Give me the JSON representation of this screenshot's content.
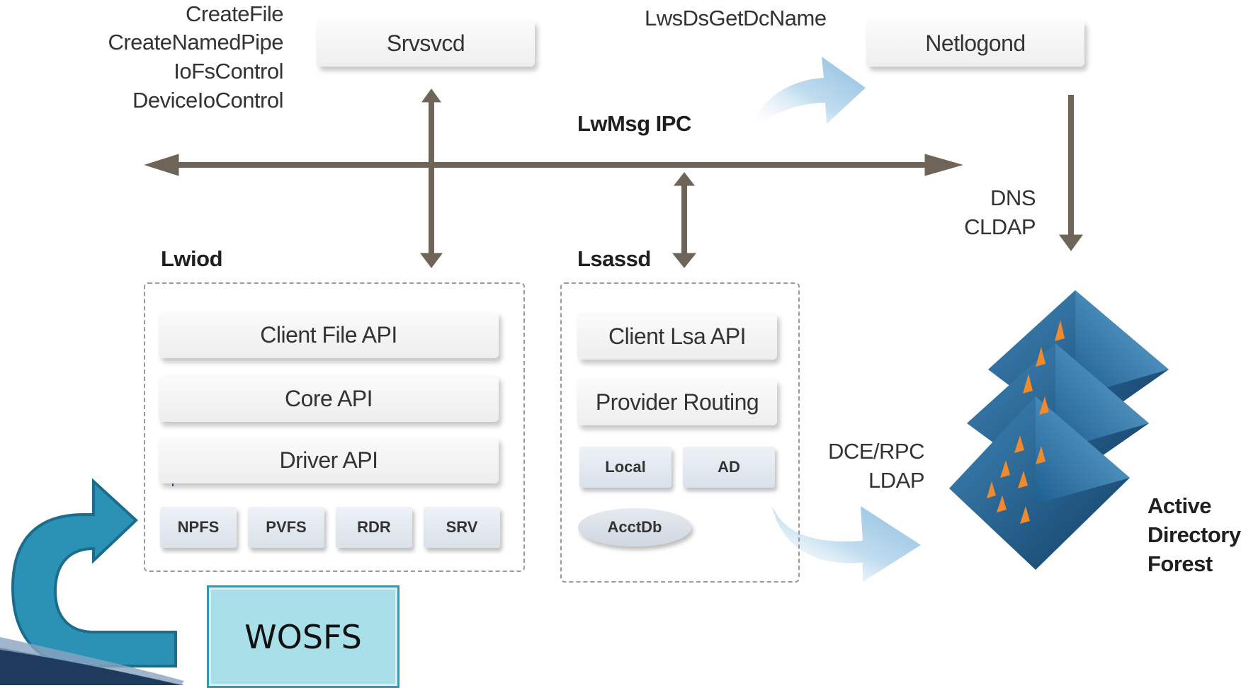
{
  "diagram": {
    "ipc_label": "LwMsg IPC",
    "left_calls": [
      "CreateFile",
      "CreateNamedPipe",
      "IoFsControl",
      "DeviceIoControl"
    ],
    "srvsvcd": "Srvsvcd",
    "netlogond": "Netlogond",
    "lws_call": "LwsDsGetDcName",
    "dns_cldap": [
      "DNS",
      "CLDAP"
    ],
    "dce_ldap": [
      "DCE/RPC",
      "LDAP"
    ],
    "lwiod": {
      "title": "Lwiod",
      "layers": [
        "Client File API",
        "Core API",
        "Driver API"
      ],
      "drivers": [
        "NPFS",
        "PVFS",
        "RDR",
        "SRV"
      ]
    },
    "lsassd": {
      "title": "Lsassd",
      "layers": [
        "Client Lsa API",
        "Provider Routing"
      ],
      "providers": [
        "Local",
        "AD"
      ],
      "db": "AcctDb"
    },
    "forest_label": [
      "Active",
      "Directory",
      "Forest"
    ],
    "wosfs": "WOSFS"
  }
}
